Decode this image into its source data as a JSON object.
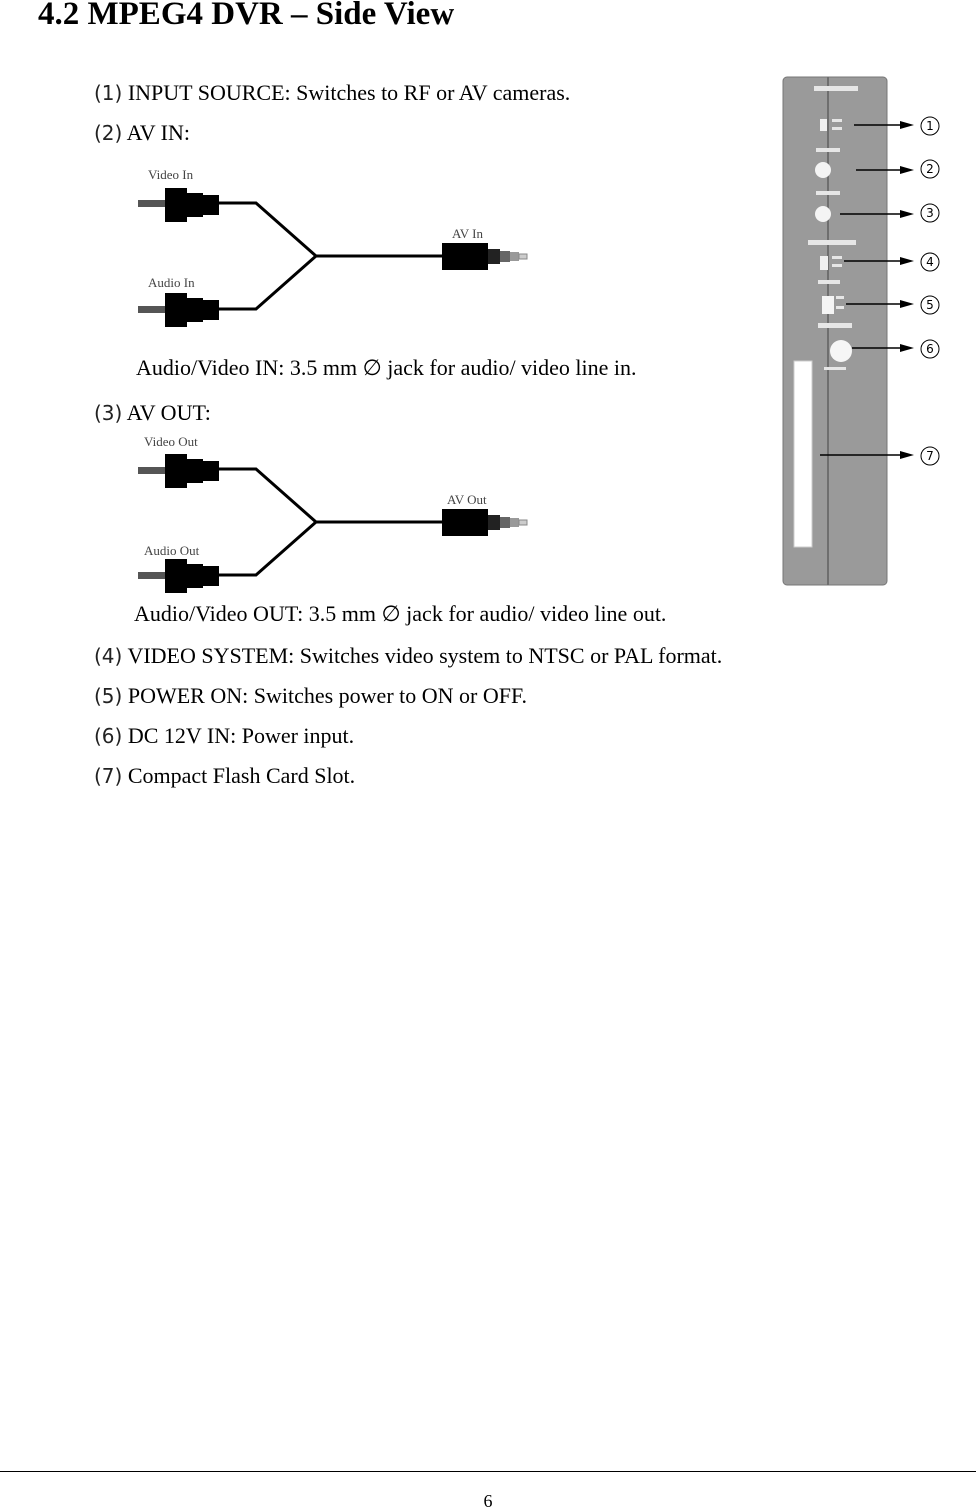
{
  "heading": "4.2 MPEG4 DVR – Side View",
  "items": [
    {
      "num": "(1)",
      "text": "INPUT SOURCE: Switches to RF or AV cameras."
    },
    {
      "num": "(2)",
      "text": "AV IN:"
    },
    {
      "num": "(3)",
      "text": "AV OUT:"
    },
    {
      "num": "(4)",
      "text": "VIDEO SYSTEM: Switches video system to NTSC or PAL format."
    },
    {
      "num": "(5)",
      "text": "POWER ON: Switches power to ON or OFF."
    },
    {
      "num": "(6)",
      "text": "DC 12V IN: Power input."
    },
    {
      "num": "(7)",
      "text": "Compact Flash Card Slot."
    }
  ],
  "av_in": {
    "video_label": "Video In",
    "audio_label": "Audio In",
    "plug_label": "AV In",
    "caption": "Audio/Video IN: 3.5 mm ∅ jack for audio/ video line in."
  },
  "av_out": {
    "video_label": "Video Out",
    "audio_label": "Audio Out",
    "plug_label": "AV Out",
    "caption": "Audio/Video OUT: 3.5 mm ∅ jack for audio/ video line out."
  },
  "callouts": [
    "1",
    "2",
    "3",
    "4",
    "5",
    "6",
    "7"
  ],
  "page_number": "6"
}
